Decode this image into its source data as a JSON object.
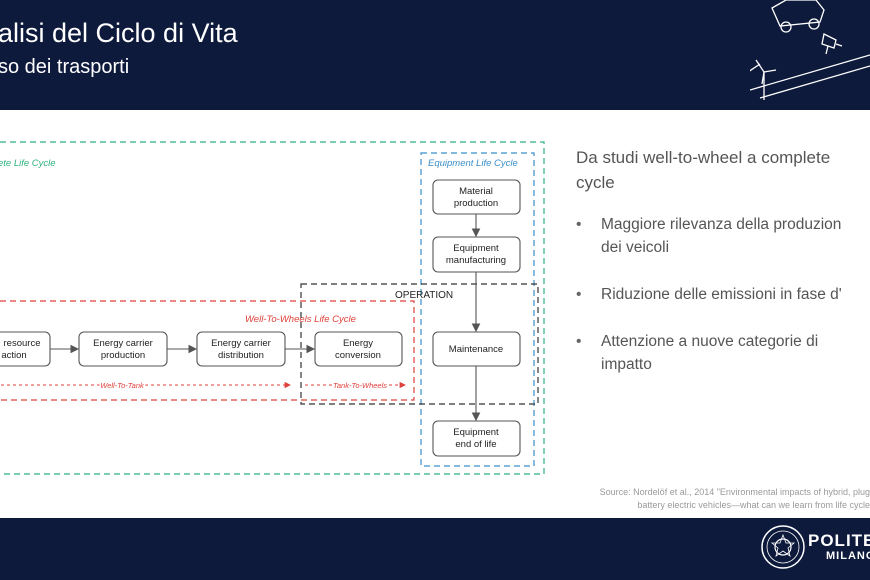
{
  "header": {
    "title": "alisi del Ciclo di Vita",
    "subtitle": "so dei trasporti"
  },
  "diagram": {
    "complete_label": "ete Life Cycle",
    "equipment_label": "Equipment Life Cycle",
    "wtw_label": "Well-To-Wheels Life Cycle",
    "operation_label": "OPERATION",
    "wtt_label": "Well-To-Tank",
    "ttw_label": "Tank-To-Wheels",
    "boxes": {
      "resource_l1": "resource",
      "resource_l2": "action",
      "carrier_production_l1": "Energy carrier",
      "carrier_production_l2": "production",
      "carrier_distribution_l1": "Energy carrier",
      "carrier_distribution_l2": "distribution",
      "energy_conversion_l1": "Energy",
      "energy_conversion_l2": "conversion",
      "material_l1": "Material",
      "material_l2": "production",
      "manufacturing_l1": "Equipment",
      "manufacturing_l2": "manufacturing",
      "maintenance": "Maintenance",
      "end_of_life_l1": "Equipment",
      "end_of_life_l2": "end of life"
    },
    "colors": {
      "complete": "#2fb27e",
      "equipment": "#3a8fc9",
      "wtw": "#e0403a",
      "operation": "#333333"
    }
  },
  "content": {
    "title_line1": "Da studi well-to-wheel a complete",
    "title_line2": "cycle",
    "bullets": [
      {
        "line1": "Maggiore rilevanza della produzion",
        "line2": "dei veicoli"
      },
      {
        "line1": "Riduzione delle emissioni in fase d'",
        "line2": ""
      },
      {
        "line1": "Attenzione a nuove categorie di",
        "line2": "impatto"
      }
    ],
    "bullet_symbol": "•"
  },
  "source": {
    "line1": "Source: Nordelöf et al., 2014 \"Environmental impacts of hybrid, plug",
    "line2": "battery electric vehicles—what can we learn from life cycle"
  },
  "footer": {
    "logo_text": "POLITEC",
    "logo_sub": "MILANO"
  }
}
